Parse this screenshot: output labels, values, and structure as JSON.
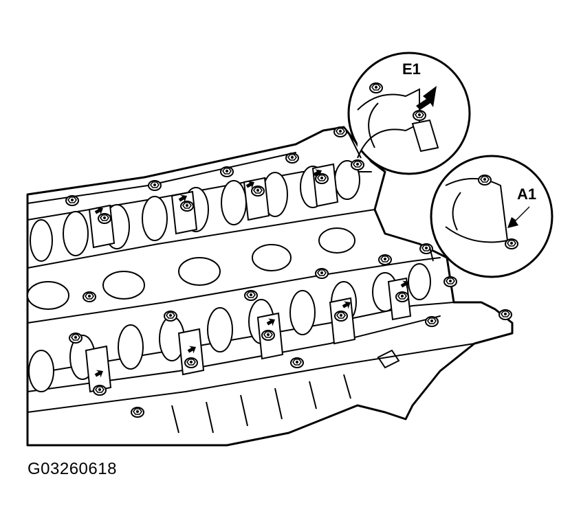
{
  "figure": {
    "code": "G03260618",
    "callouts": [
      {
        "id": "E1",
        "label": "E1"
      },
      {
        "id": "A1",
        "label": "A1"
      }
    ]
  },
  "colors": {
    "ink": "#000000",
    "paper": "#ffffff"
  }
}
